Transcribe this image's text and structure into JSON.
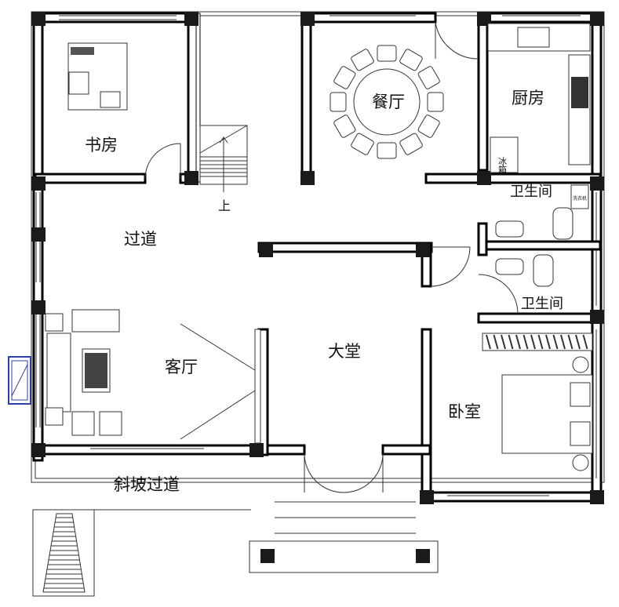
{
  "plan": {
    "rooms": {
      "study": "书房",
      "dining": "餐厅",
      "kitchen": "厨房",
      "bath_upper": "卫生间",
      "bath_lower": "卫生间",
      "corridor": "过道",
      "living": "客厅",
      "hall": "大堂",
      "bedroom": "卧室",
      "ramp": "斜坡过道"
    },
    "stair_label": "上",
    "fridge_label": "冰箱",
    "washer_label": "洗衣机"
  },
  "colors": {
    "wall": "#000000",
    "window_accent": "#2a3fa8"
  }
}
